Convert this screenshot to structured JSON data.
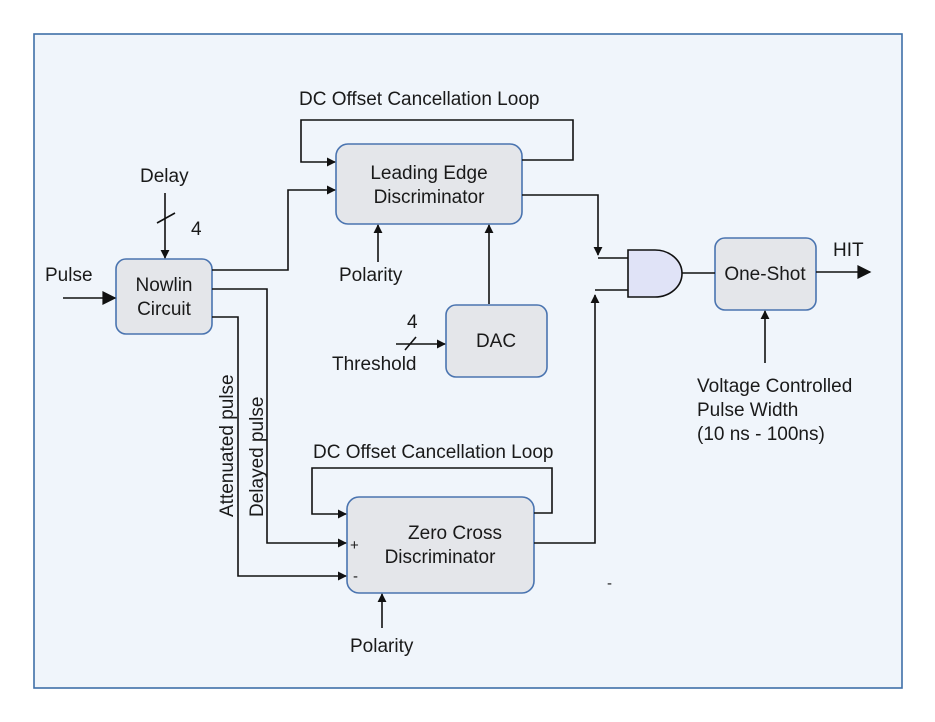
{
  "blocks": {
    "nowlin": {
      "line1": "Nowlin",
      "line2": "Circuit"
    },
    "led": {
      "line1": "Leading Edge",
      "line2": "Discriminator"
    },
    "dac": {
      "label": "DAC"
    },
    "zcd": {
      "line1": "Zero Cross",
      "line2": "Discriminator",
      "plus": "+",
      "minus": "-"
    },
    "oneshot": {
      "label": "One-Shot"
    }
  },
  "labels": {
    "pulse": "Pulse",
    "delay": "Delay",
    "delay_bus": "4",
    "threshold": "Threshold",
    "threshold_bus": "4",
    "polarity_led": "Polarity",
    "polarity_zcd": "Polarity",
    "dc_loop_top": "DC Offset Cancellation Loop",
    "dc_loop_bottom": "DC Offset Cancellation Loop",
    "attenuated": "Attenuated pulse",
    "delayed": "Delayed pulse",
    "hit": "HIT",
    "vc_line1": "Voltage Controlled",
    "vc_line2": "Pulse Width",
    "vc_line3": "(10 ns - 100ns)",
    "stray_mark": "-"
  },
  "colors": {
    "frame_bg": "#f0f5fb",
    "frame_border": "#3f6fa8",
    "block_fill": "#e4e6ea",
    "block_border": "#4a74b0",
    "and_gate_fill": "#e0e3f7"
  }
}
